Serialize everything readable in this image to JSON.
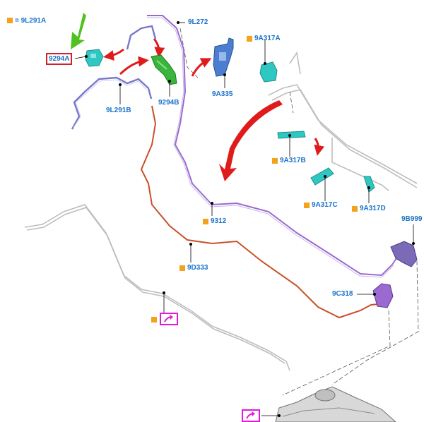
{
  "legend": {
    "marker_symbol": "=",
    "part": "9L291A"
  },
  "labels": {
    "p9294A": "9294A",
    "p9L272": "9L272",
    "p9A317A": "9A317A",
    "p9A335": "9A335",
    "p9294B": "9294B",
    "p9L291B": "9L291B",
    "p9A317B": "9A317B",
    "p9A317C": "9A317C",
    "p9A317D": "9A317D",
    "p9312": "9312",
    "p9D333": "9D333",
    "p9B999": "9B999",
    "p9C318": "9C318"
  },
  "colors": {
    "marker": "#f2a31b",
    "label_text": "#1a73c9",
    "highlight_box": "#d4202a",
    "link_box": "#e21ad6",
    "arrow_red": "#e01b1b",
    "arrow_green": "#4ec21e",
    "line_orange": "#c8502a",
    "line_purple": "#9a6ad0",
    "line_blue": "#7777cc",
    "line_grey": "#bdbdbd",
    "clip_cyan": "#2fc7c2",
    "clip_green": "#3ab53c",
    "bracket_blue": "#4b7ed0"
  },
  "icons": [
    "link-arrow-icon",
    "link-arrow-icon"
  ]
}
